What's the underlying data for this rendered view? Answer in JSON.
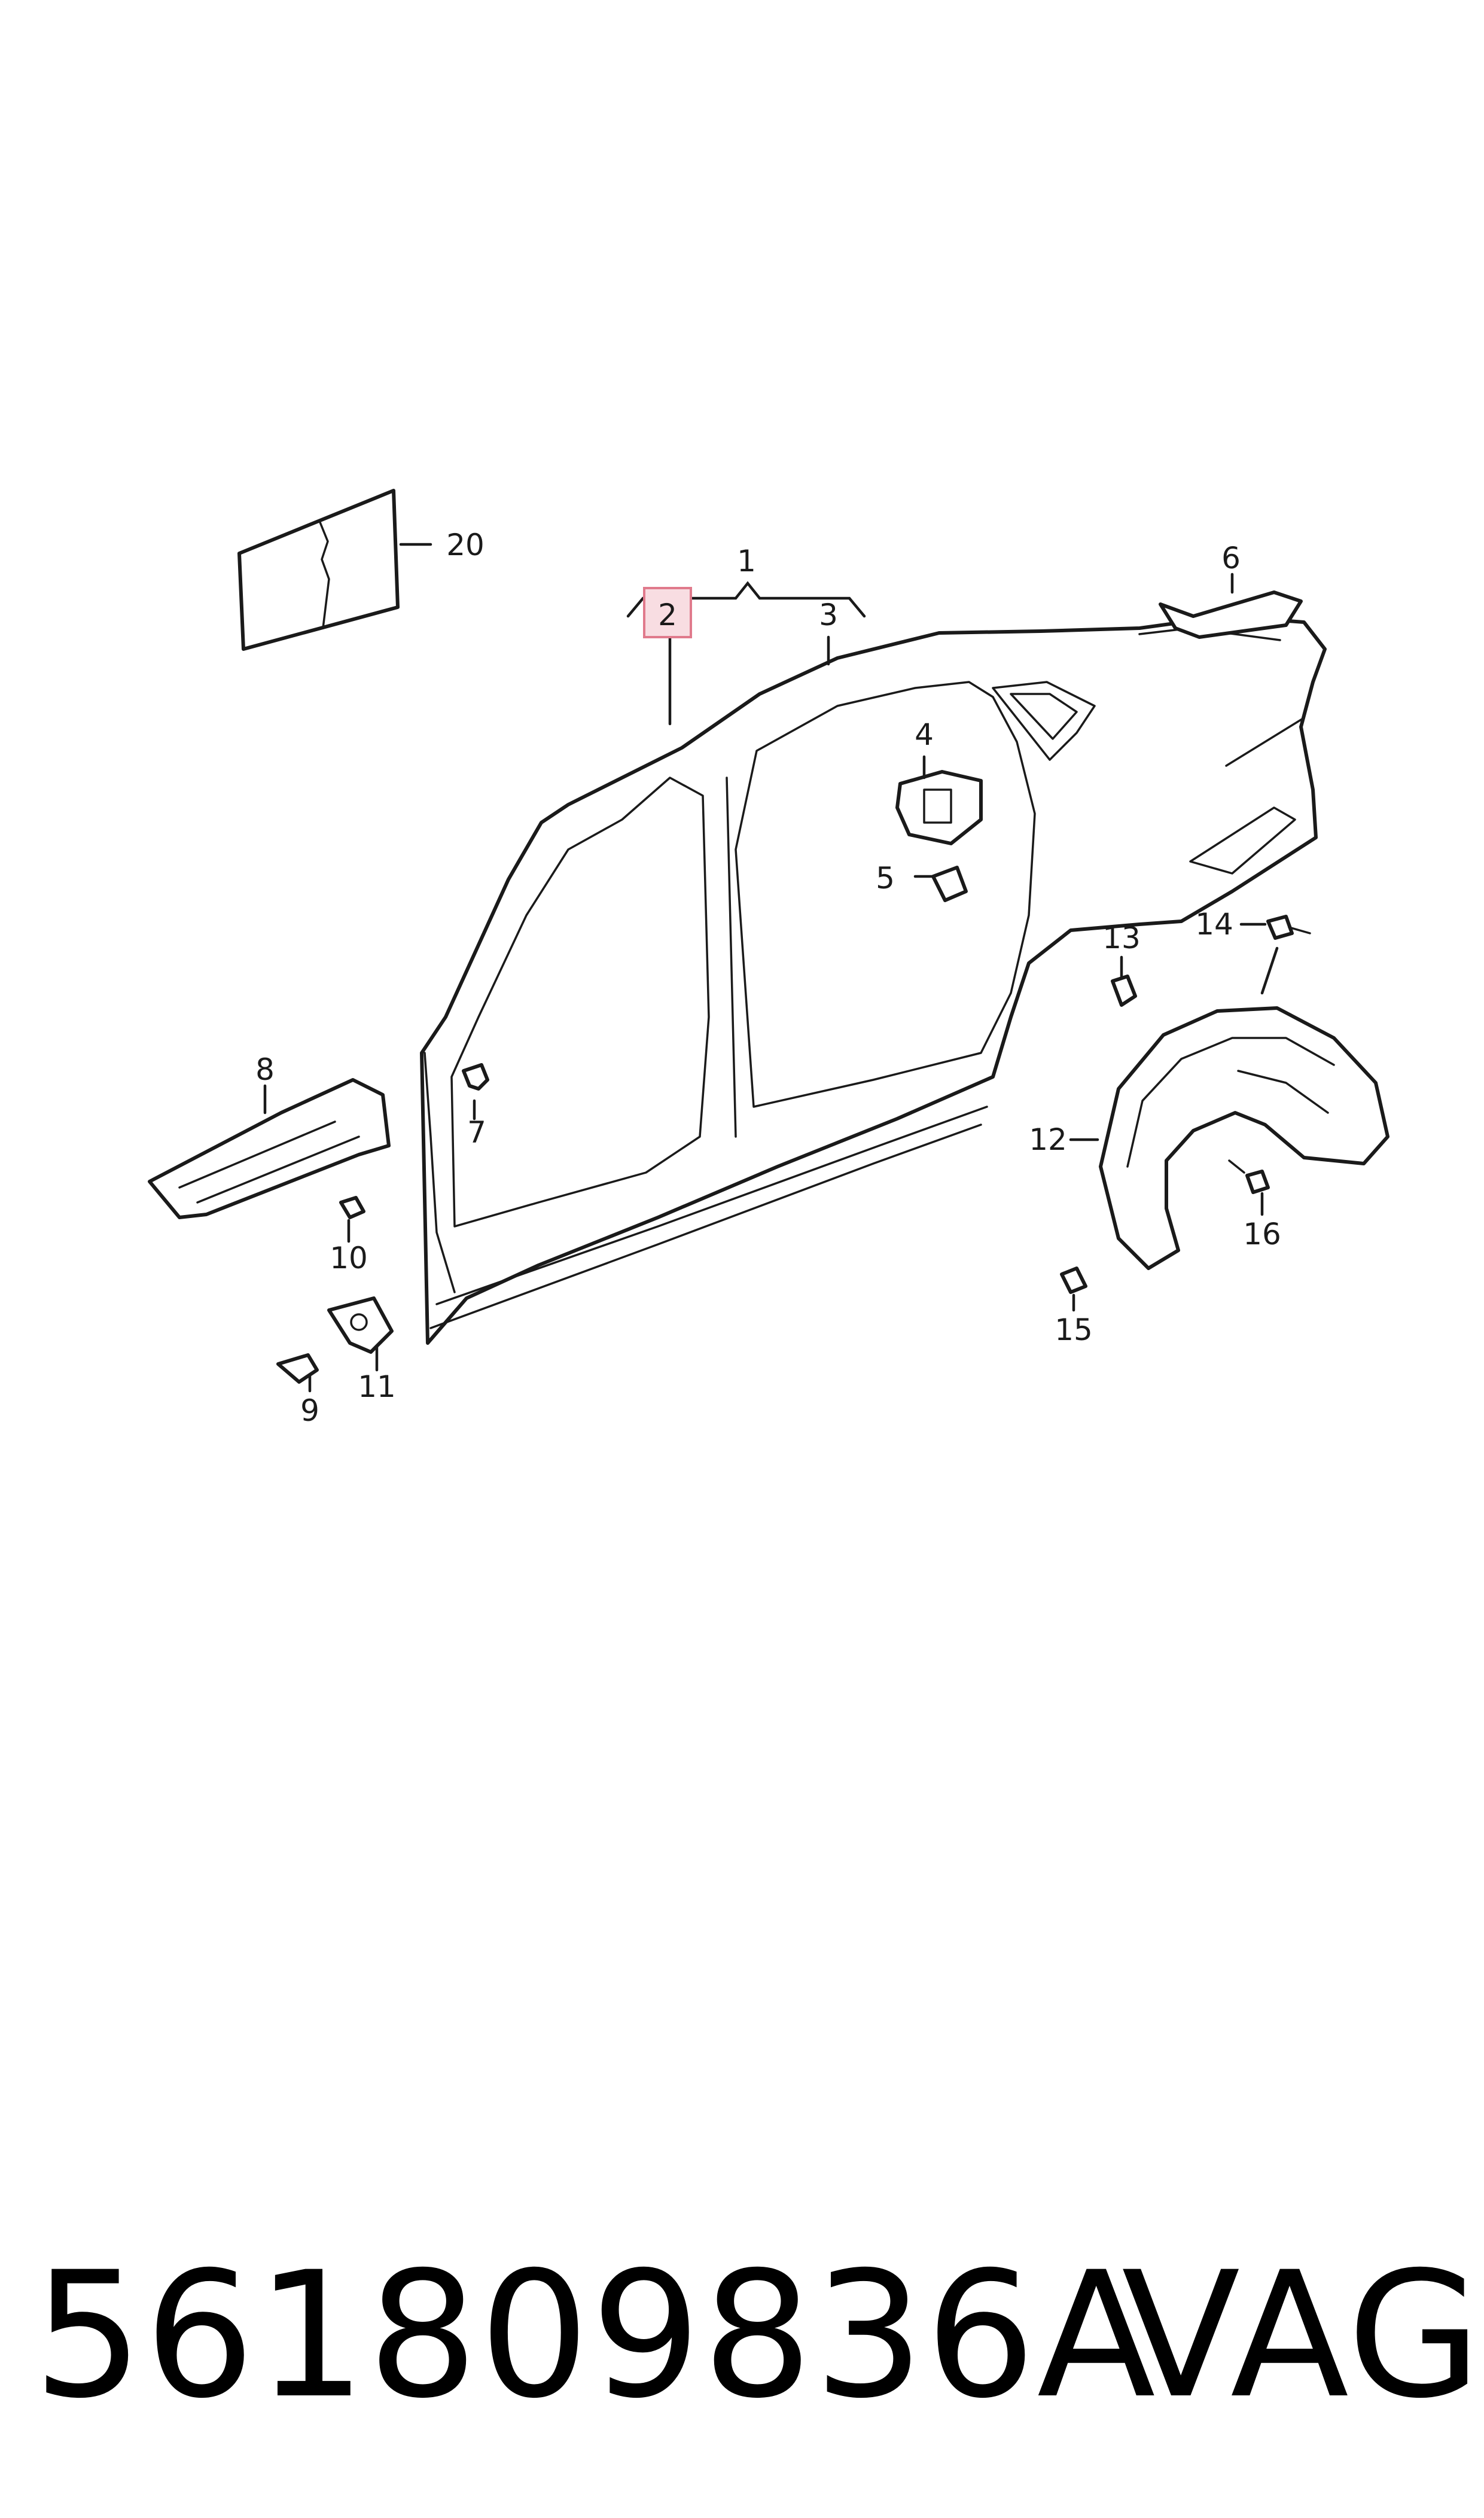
{
  "diagram": {
    "callouts": [
      {
        "id": "1",
        "label": "1"
      },
      {
        "id": "2",
        "label": "2",
        "highlighted": true
      },
      {
        "id": "3",
        "label": "3"
      },
      {
        "id": "4",
        "label": "4"
      },
      {
        "id": "5",
        "label": "5"
      },
      {
        "id": "6",
        "label": "6"
      },
      {
        "id": "7",
        "label": "7"
      },
      {
        "id": "8",
        "label": "8"
      },
      {
        "id": "9",
        "label": "9"
      },
      {
        "id": "10",
        "label": "10"
      },
      {
        "id": "11",
        "label": "11"
      },
      {
        "id": "12",
        "label": "12"
      },
      {
        "id": "13",
        "label": "13"
      },
      {
        "id": "14",
        "label": "14"
      },
      {
        "id": "15",
        "label": "15"
      },
      {
        "id": "16",
        "label": "16"
      },
      {
        "id": "20",
        "label": "20"
      }
    ],
    "highlight_color": "#f8dde2",
    "highlight_border_color": "#e07a8c",
    "line_color": "#1a1a1a"
  },
  "footer": {
    "part_number": "561809836A",
    "brand": "VAG"
  }
}
